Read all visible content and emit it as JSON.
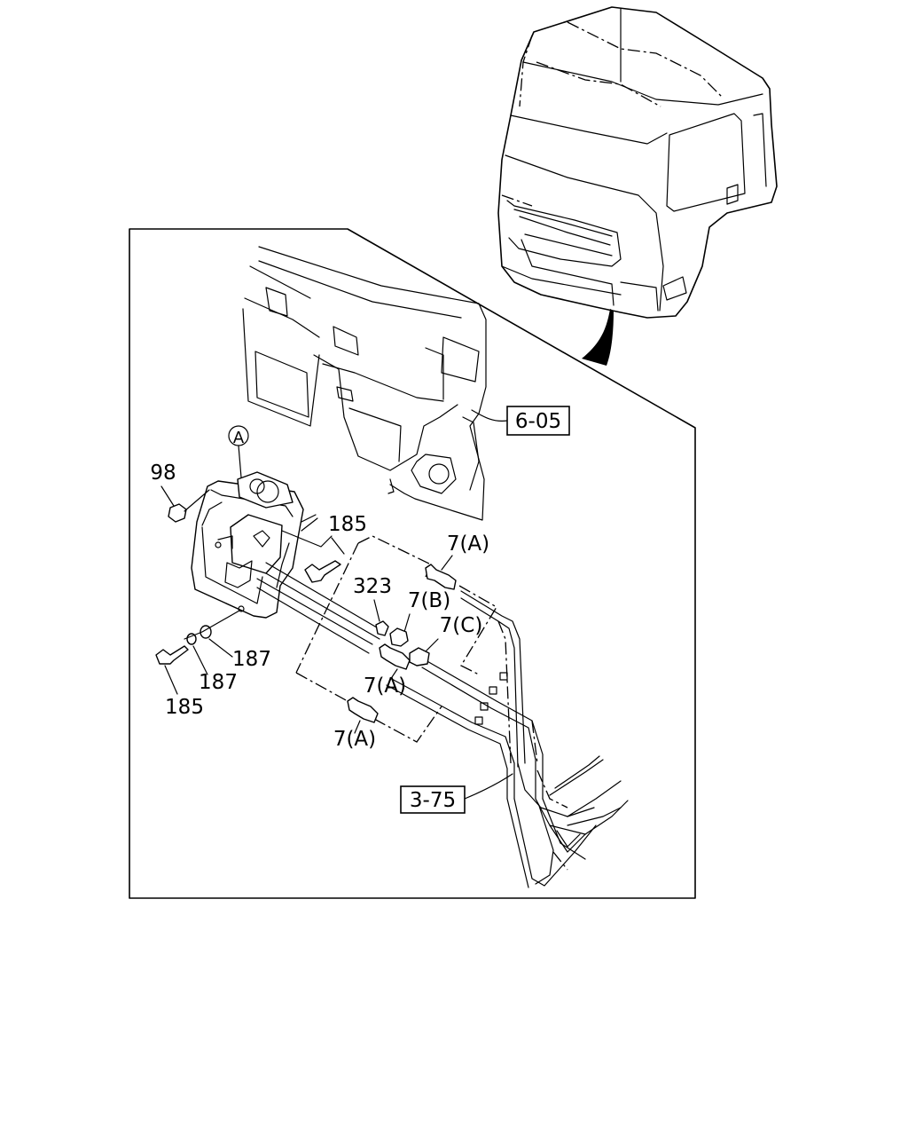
{
  "labels": {
    "detail_marker": "A",
    "callout_98": "98",
    "callout_185_top": "185",
    "callout_323": "323",
    "callout_7a_top": "7(A)",
    "callout_7b": "7(B)",
    "callout_7c": "7(C)",
    "callout_7a_mid": "7(A)",
    "callout_7a_bottom": "7(A)",
    "callout_187_right": "187",
    "callout_187_left": "187",
    "callout_185_bottom": "185"
  },
  "references": {
    "ref_605": "6-05",
    "ref_375": "3-75"
  },
  "colors": {
    "line": "#000000",
    "background": "#ffffff"
  }
}
